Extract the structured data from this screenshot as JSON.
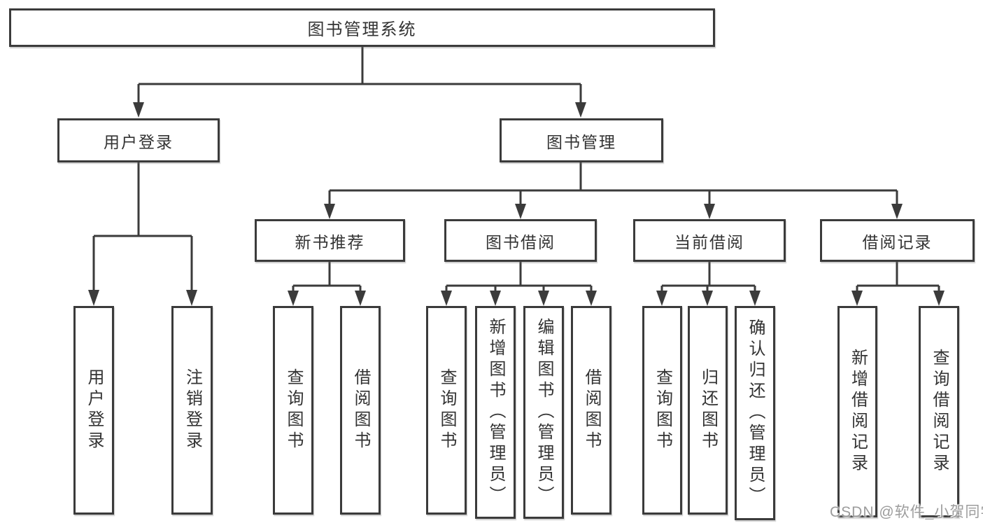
{
  "diagram": {
    "tree": {
      "label": "图书管理系统",
      "children": [
        {
          "label": "用户登录",
          "children": [
            {
              "label": "用户登录"
            },
            {
              "label": "注销登录"
            }
          ]
        },
        {
          "label": "图书管理",
          "children": [
            {
              "label": "新书推荐",
              "children": [
                {
                  "label": "查询图书"
                },
                {
                  "label": "借阅图书"
                }
              ]
            },
            {
              "label": "图书借阅",
              "children": [
                {
                  "label": "查询图书"
                },
                {
                  "label": "新增图书（管理员）"
                },
                {
                  "label": "编辑图书（管理员）"
                },
                {
                  "label": "借阅图书"
                }
              ]
            },
            {
              "label": "当前借阅",
              "children": [
                {
                  "label": "查询图书"
                },
                {
                  "label": "归还图书"
                },
                {
                  "label": "确认归还（管理员）"
                }
              ]
            },
            {
              "label": "借阅记录",
              "children": [
                {
                  "label": "新增借阅记录"
                },
                {
                  "label": "查询借阅记录"
                }
              ]
            }
          ]
        }
      ]
    },
    "colors": {
      "line": "#3b3b3b",
      "text": "#333333",
      "watermark_text": "#9c9c9c"
    }
  },
  "watermark": {
    "text": "CSDN @软件_小贺同学"
  }
}
